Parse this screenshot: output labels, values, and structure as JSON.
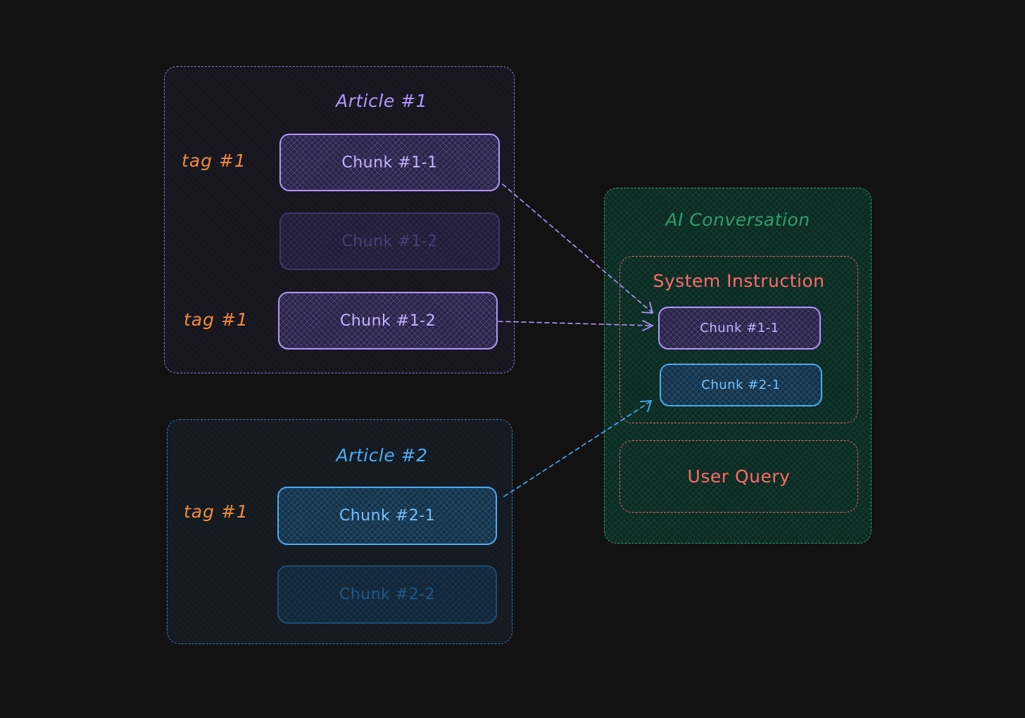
{
  "colors": {
    "background": "#121212",
    "article1": "#b197fc",
    "article2": "#4dabf7",
    "conversation": "#2f9e6e",
    "system": "#ff6b6b",
    "tag": "#f08c3a"
  },
  "article1": {
    "title": "Article #1",
    "tags": [
      "tag #1",
      "tag #1"
    ],
    "chunks": [
      "Chunk #1-1",
      "Chunk #1-2",
      "Chunk #1-2"
    ]
  },
  "article2": {
    "title": "Article #2",
    "tags": [
      "tag #1"
    ],
    "chunks": [
      "Chunk #2-1",
      "Chunk #2-2"
    ]
  },
  "conversation": {
    "title": "AI Conversation",
    "system_instruction": {
      "title": "System Instruction",
      "chunks": [
        "Chunk #1-1",
        "Chunk #2-1"
      ]
    },
    "user_query": "User Query"
  }
}
